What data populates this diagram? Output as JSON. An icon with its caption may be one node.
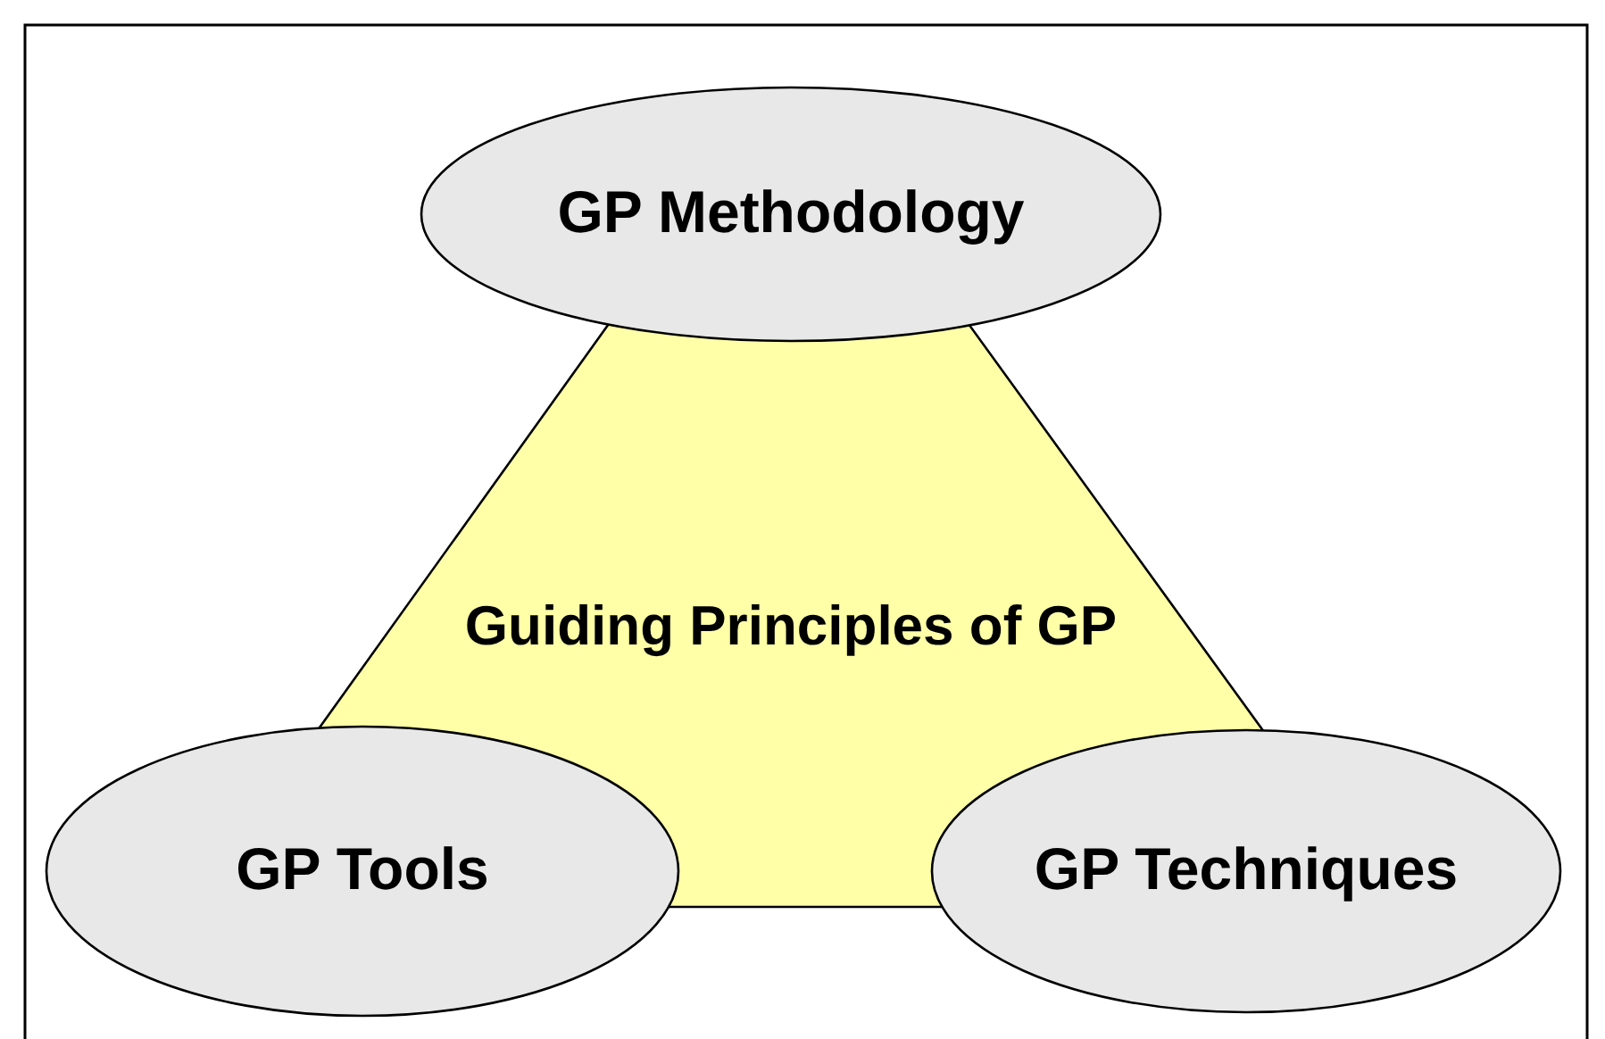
{
  "diagram": {
    "nodes": [
      {
        "text": [
          "GP Methodology"
        ]
      },
      {
        "text": [
          "Guiding Principles of GP"
        ]
      },
      {
        "text": [
          "GP Tools"
        ]
      },
      {
        "text": [
          "GP Techniques"
        ]
      }
    ],
    "edges": []
  }
}
